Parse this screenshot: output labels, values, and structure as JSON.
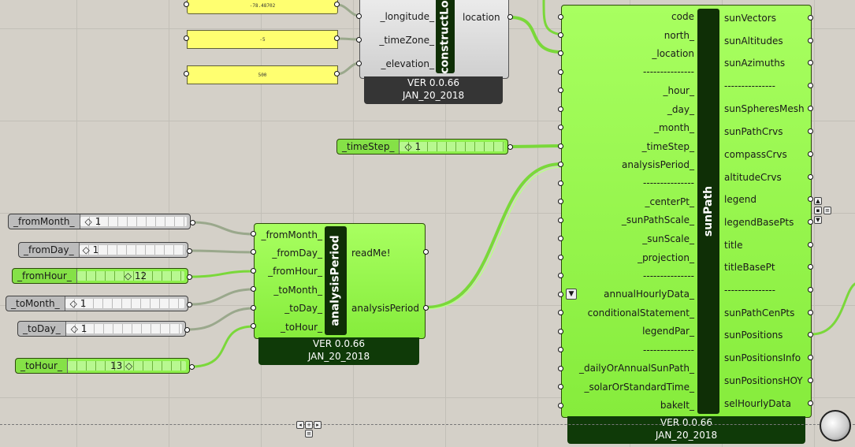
{
  "location_panels": {
    "longitude_value": "-78.48702",
    "timezone_value": "-5",
    "elevation_value": "500"
  },
  "construct_location": {
    "title": "constructLo",
    "inputs": [
      "_longitude_",
      "_timeZone_",
      "_elevation_"
    ],
    "outputs": [
      "location"
    ],
    "version": "VER 0.0.66",
    "date": "JAN_20_2018"
  },
  "time_step_slider": {
    "label": "_timeStep_",
    "value": "1"
  },
  "analysis_sliders": [
    {
      "label": "_fromMonth_",
      "value": "1"
    },
    {
      "label": "_fromDay_",
      "value": "1"
    },
    {
      "label": "_fromHour_",
      "value": "12"
    },
    {
      "label": "_toMonth_",
      "value": "1"
    },
    {
      "label": "_toDay_",
      "value": "1"
    },
    {
      "label": "_toHour_",
      "value": "13"
    }
  ],
  "analysis_period": {
    "title": "analysisPeriod",
    "inputs": [
      "_fromMonth_",
      "_fromDay_",
      "_fromHour_",
      "_toMonth_",
      "_toDay_",
      "_toHour_"
    ],
    "outputs": [
      "readMe!",
      "analysisPeriod"
    ],
    "version": "VER 0.0.66",
    "date": "JAN_20_2018"
  },
  "sun_path": {
    "title": "sunPath",
    "inputs": [
      "code",
      "north_",
      "_location",
      "---------------",
      "_hour_",
      "_day_",
      "_month_",
      "_timeStep_",
      "analysisPeriod_",
      "---------------",
      "_centerPt_",
      "_sunPathScale_",
      "_sunScale_",
      "_projection_",
      "---------------",
      "annualHourlyData_",
      "conditionalStatement_",
      "legendPar_",
      "---------------",
      "_dailyOrAnnualSunPath_",
      "_solarOrStandardTime_",
      "bakeIt_"
    ],
    "outputs": [
      "sunVectors",
      "sunAltitudes",
      "sunAzimuths",
      "---------------",
      "sunSpheresMesh",
      "sunPathCrvs",
      "compassCrvs",
      "altitudeCrvs",
      "legend",
      "legendBasePts",
      "title",
      "titleBasePt",
      "---------------",
      "sunPathCenPts",
      "sunPositions",
      "sunPositionsInfo",
      "sunPositionsHOY",
      "selHourlyData"
    ],
    "version": "VER 0.0.66",
    "date": "JAN_20_2018"
  },
  "colors": {
    "component_green": "#86ec3c",
    "title_bar": "#0f2f06",
    "panel_yellow": "#ffff70",
    "wire_green": "#7ad83a",
    "wire_grey": "#9aa88c"
  },
  "icons": [
    "arrow-down-icon",
    "zoom-controls-icon",
    "navigation-dial-icon"
  ]
}
